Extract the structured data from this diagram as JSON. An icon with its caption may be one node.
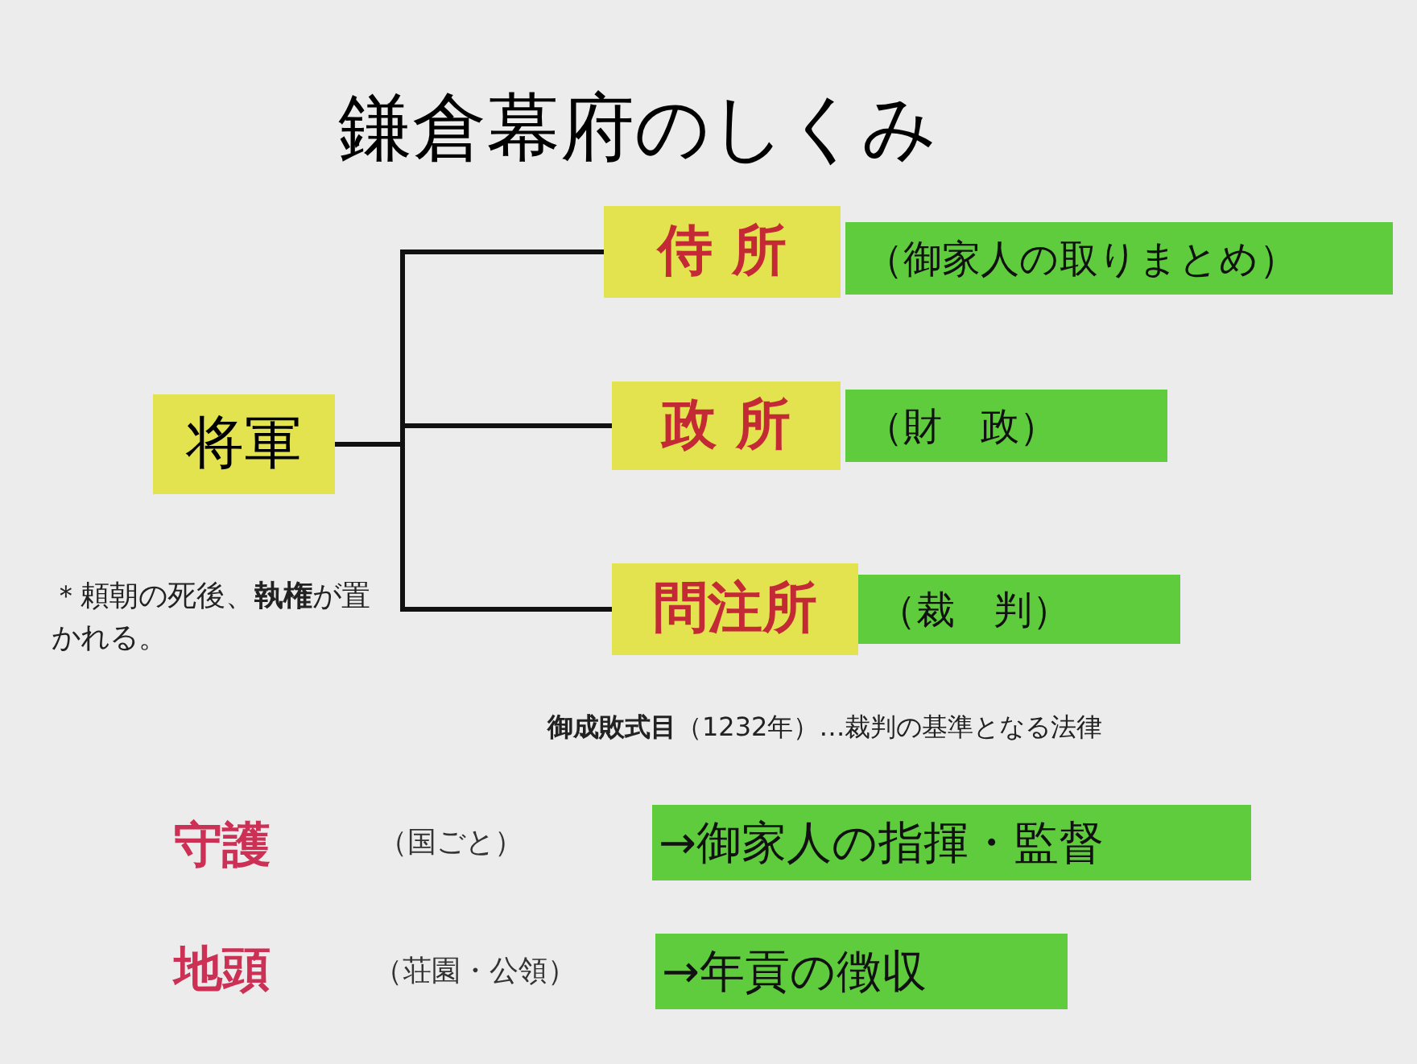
{
  "diagram": {
    "title": "鎌倉幕府のしくみ",
    "nodes": [
      {
        "text": [
          "将軍"
        ]
      },
      {
        "text": [
          "侍 所"
        ]
      },
      {
        "text": [
          "（御家人の取りまとめ）"
        ]
      },
      {
        "text": [
          "政 所"
        ]
      },
      {
        "text": [
          "（財　政）"
        ]
      },
      {
        "text": [
          "問注所"
        ]
      },
      {
        "text": [
          "（裁　判）"
        ]
      },
      {
        "text": [
          "→御家人の指揮・監督"
        ]
      },
      {
        "text": [
          "→年貢の徴収"
        ]
      }
    ],
    "edges": [
      {
        "from": 0,
        "to": 1,
        "arrow": "none"
      },
      {
        "from": 0,
        "to": 3,
        "arrow": "none"
      },
      {
        "from": 0,
        "to": 5,
        "arrow": "none"
      }
    ],
    "labels": [
      "＊頼朝の死後、**執権**が置かれる。",
      "**御成敗式目**（1232年）…裁判の基準となる法律",
      "守護",
      "（国ごと）",
      "地頭",
      "（荘園・公領）"
    ]
  }
}
